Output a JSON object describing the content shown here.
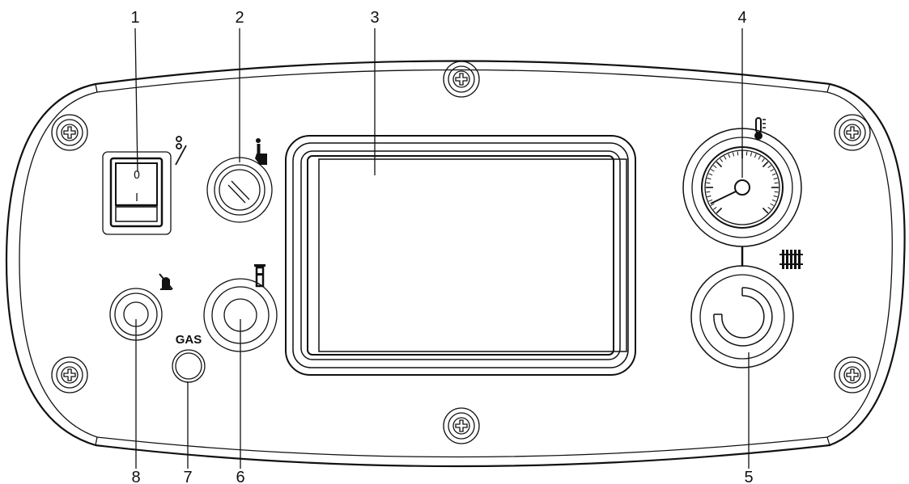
{
  "callouts": {
    "n1": "1",
    "n2": "2",
    "n3": "3",
    "n4": "4",
    "n5": "5",
    "n6": "6",
    "n7": "7",
    "n8": "8"
  },
  "switch": {
    "off_mark": "0",
    "on_mark": "I"
  },
  "gas_label": "GAS",
  "icons": {
    "main_switch": "on-off-switch-icon",
    "manual_reset": "hand-pointer-icon",
    "thermometer": "thermometer-icon",
    "radiator": "radiator-icon",
    "chimney": "chimney-flue-icon",
    "alarm": "alarm-crossed-icon"
  },
  "colors": {
    "line": "#111111",
    "background": "#ffffff"
  }
}
